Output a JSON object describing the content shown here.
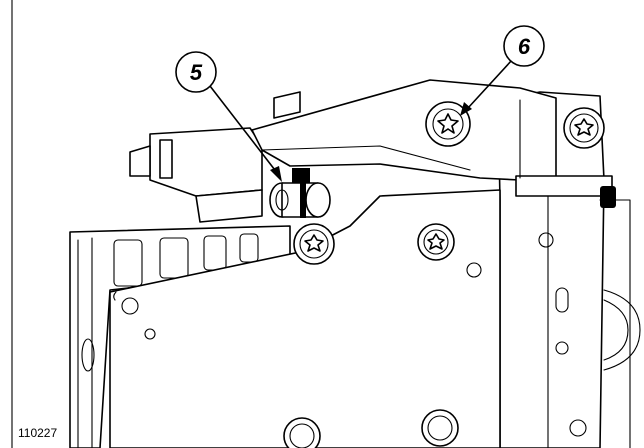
{
  "diagram": {
    "figure_ref": "110227",
    "callouts": [
      {
        "id": "5",
        "label": "5"
      },
      {
        "id": "6",
        "label": "6"
      }
    ]
  }
}
